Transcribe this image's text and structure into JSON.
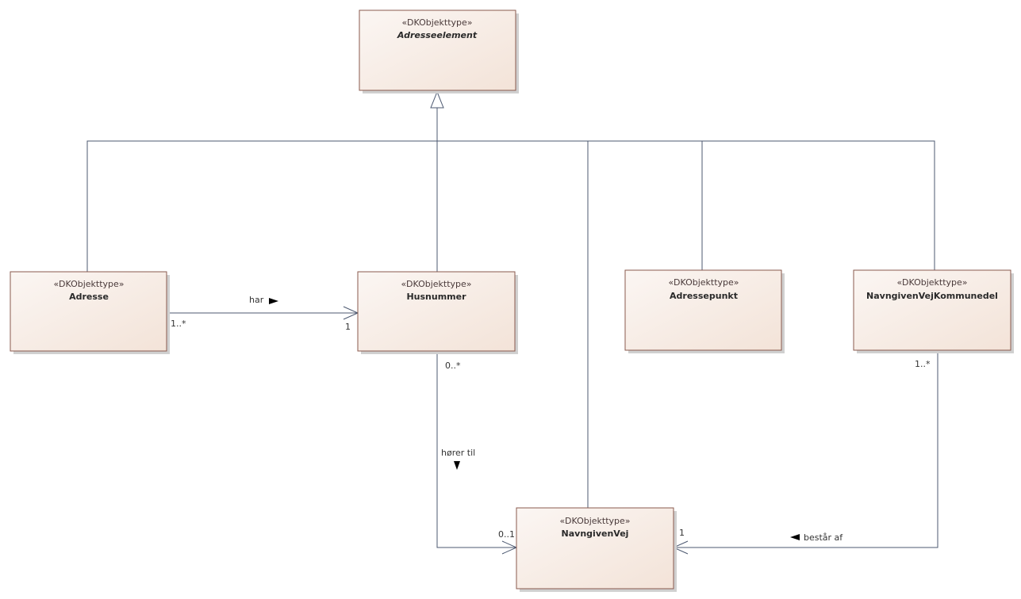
{
  "colors": {
    "box_fill_light": "#fbf6f3",
    "box_fill_dark": "#f3e3d8",
    "box_border": "#8a5a4e",
    "connector": "#4c5870"
  },
  "classes": {
    "adresseelement": {
      "stereotype": "«DKObjekttype»",
      "name": "Adresseelement",
      "abstract": true
    },
    "adresse": {
      "stereotype": "«DKObjekttype»",
      "name": "Adresse"
    },
    "husnummer": {
      "stereotype": "«DKObjekttype»",
      "name": "Husnummer"
    },
    "adressepunkt": {
      "stereotype": "«DKObjekttype»",
      "name": "Adressepunkt"
    },
    "navngivenvejkommunedel": {
      "stereotype": "«DKObjekttype»",
      "name": "NavngivenVejKommunedel"
    },
    "navngivenvej": {
      "stereotype": "«DKObjekttype»",
      "name": "NavngivenVej"
    }
  },
  "associations": {
    "har": {
      "label": "har",
      "source_mult": "1..*",
      "target_mult": "1"
    },
    "horer_til": {
      "label": "hører til",
      "source_mult": "0..*",
      "target_mult": "0..1"
    },
    "bestar_af": {
      "label": "består af",
      "source_mult": "1..*",
      "target_mult": "1"
    }
  }
}
